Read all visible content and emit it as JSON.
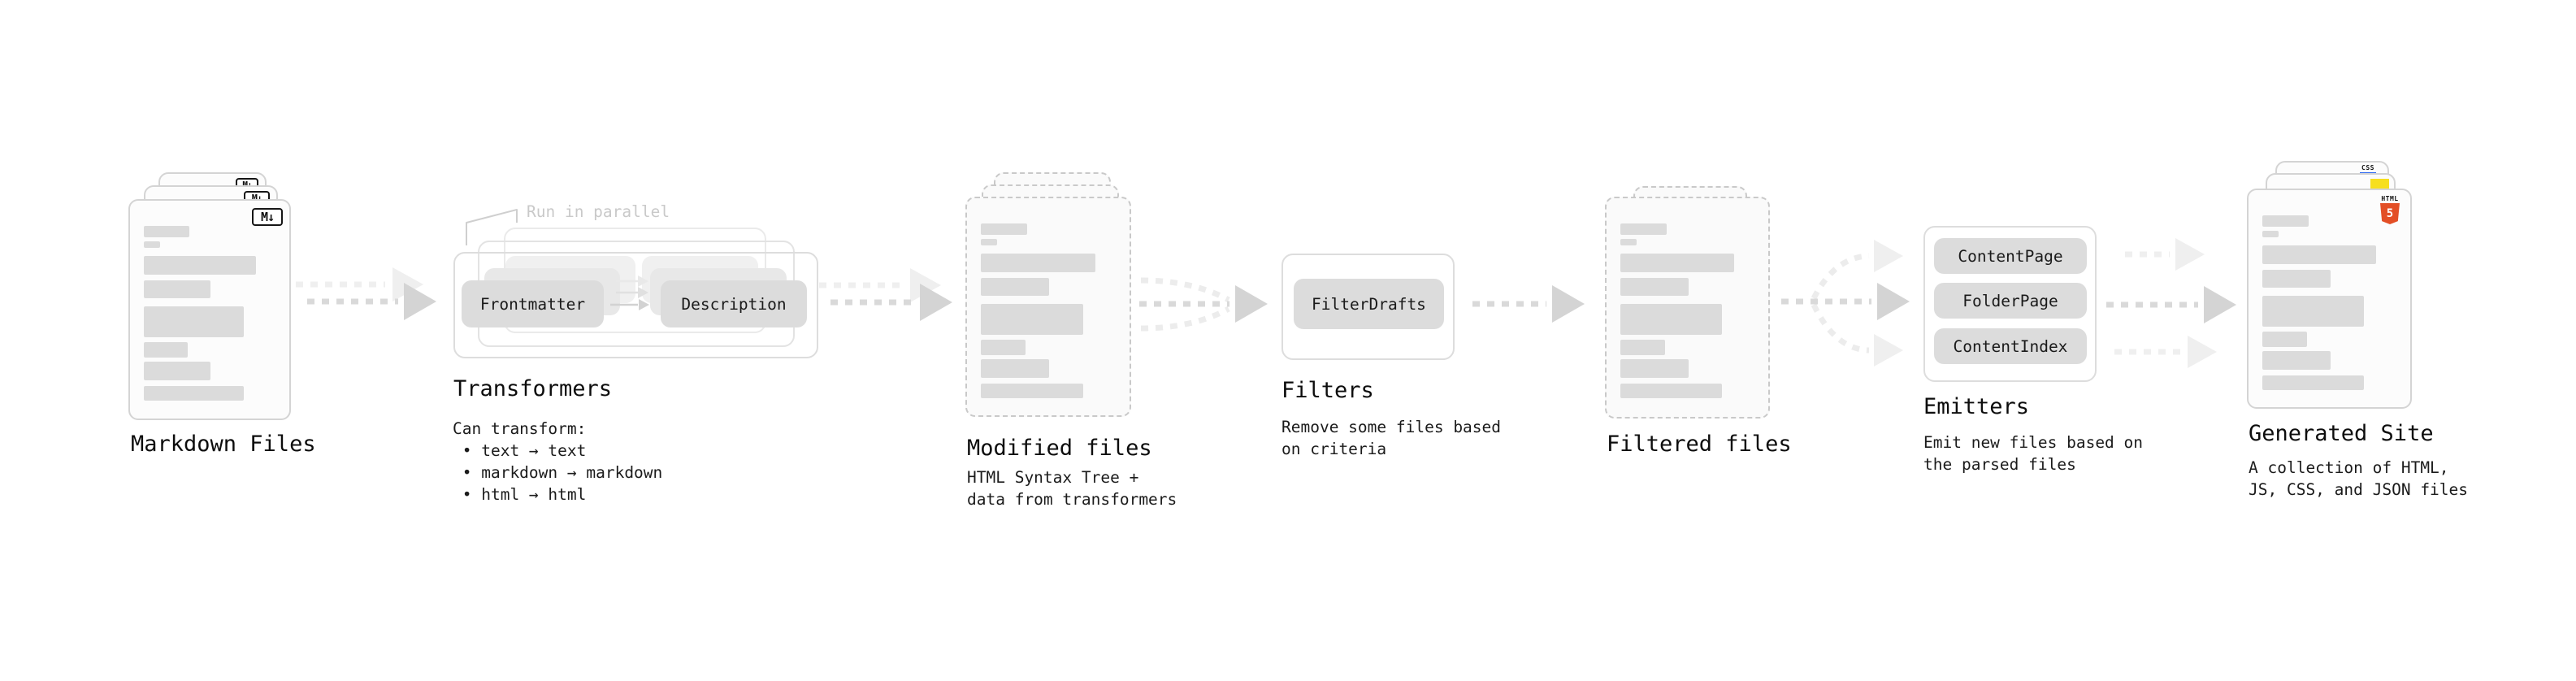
{
  "stages": {
    "markdown_files": {
      "title": "Markdown Files",
      "file_badge": "M↓"
    },
    "transformers": {
      "title": "Transformers",
      "parallel_note": "Run in parallel",
      "box_left": "Frontmatter",
      "box_right": "Description",
      "description": "Can transform:\n • text → text\n • markdown → markdown\n • html → html"
    },
    "modified_files": {
      "title": "Modified files",
      "description": "HTML Syntax Tree +\ndata from transformers"
    },
    "filters": {
      "title": "Filters",
      "box": "FilterDrafts",
      "description": "Remove some files based\non criteria"
    },
    "filtered_files": {
      "title": "Filtered files"
    },
    "emitters": {
      "title": "Emitters",
      "boxes": [
        "ContentPage",
        "FolderPage",
        "ContentIndex"
      ],
      "description": "Emit new files based on\nthe parsed files"
    },
    "generated_site": {
      "title": "Generated Site",
      "description": "A collection of HTML,\nJS, CSS, and JSON files",
      "html5_label": "HTML",
      "html5_number": "5",
      "css_label": "CSS"
    }
  },
  "colors": {
    "html5_orange": "#e34f26",
    "js_yellow": "#f7df1e",
    "css_blue": "#2965f1",
    "box_fill": "#dcdcdc",
    "arrow_dark": "#d6d6d6",
    "arrow_light": "#efefef",
    "skeleton_bar": "#dbdbdb"
  }
}
